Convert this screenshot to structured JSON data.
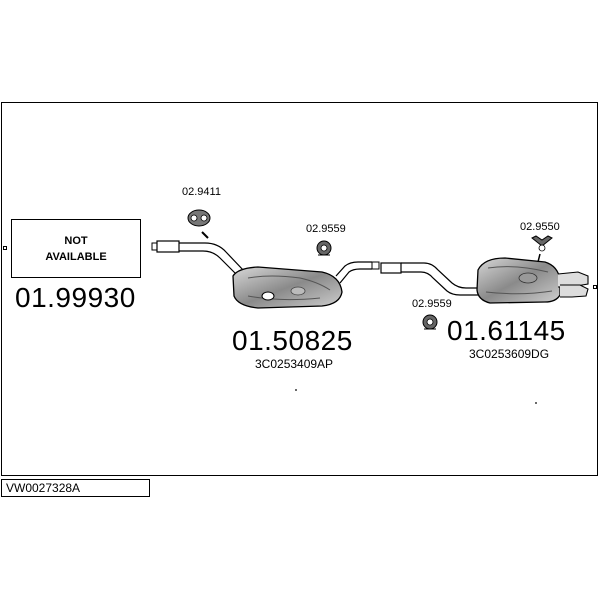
{
  "diagram_code": "VW0027328A",
  "front_section": {
    "status_line1": "NOT",
    "status_line2": "AVAILABLE",
    "part_number": "01.99930"
  },
  "centre_silencer": {
    "part_number": "01.50825",
    "oem_number": "3C0253409AP",
    "hanger": "02.9411",
    "mounting": "02.9559"
  },
  "rear_silencer": {
    "part_number": "01.61145",
    "oem_number": "3C0253609DG",
    "hanger": "02.9550",
    "mounting": "02.9559"
  }
}
